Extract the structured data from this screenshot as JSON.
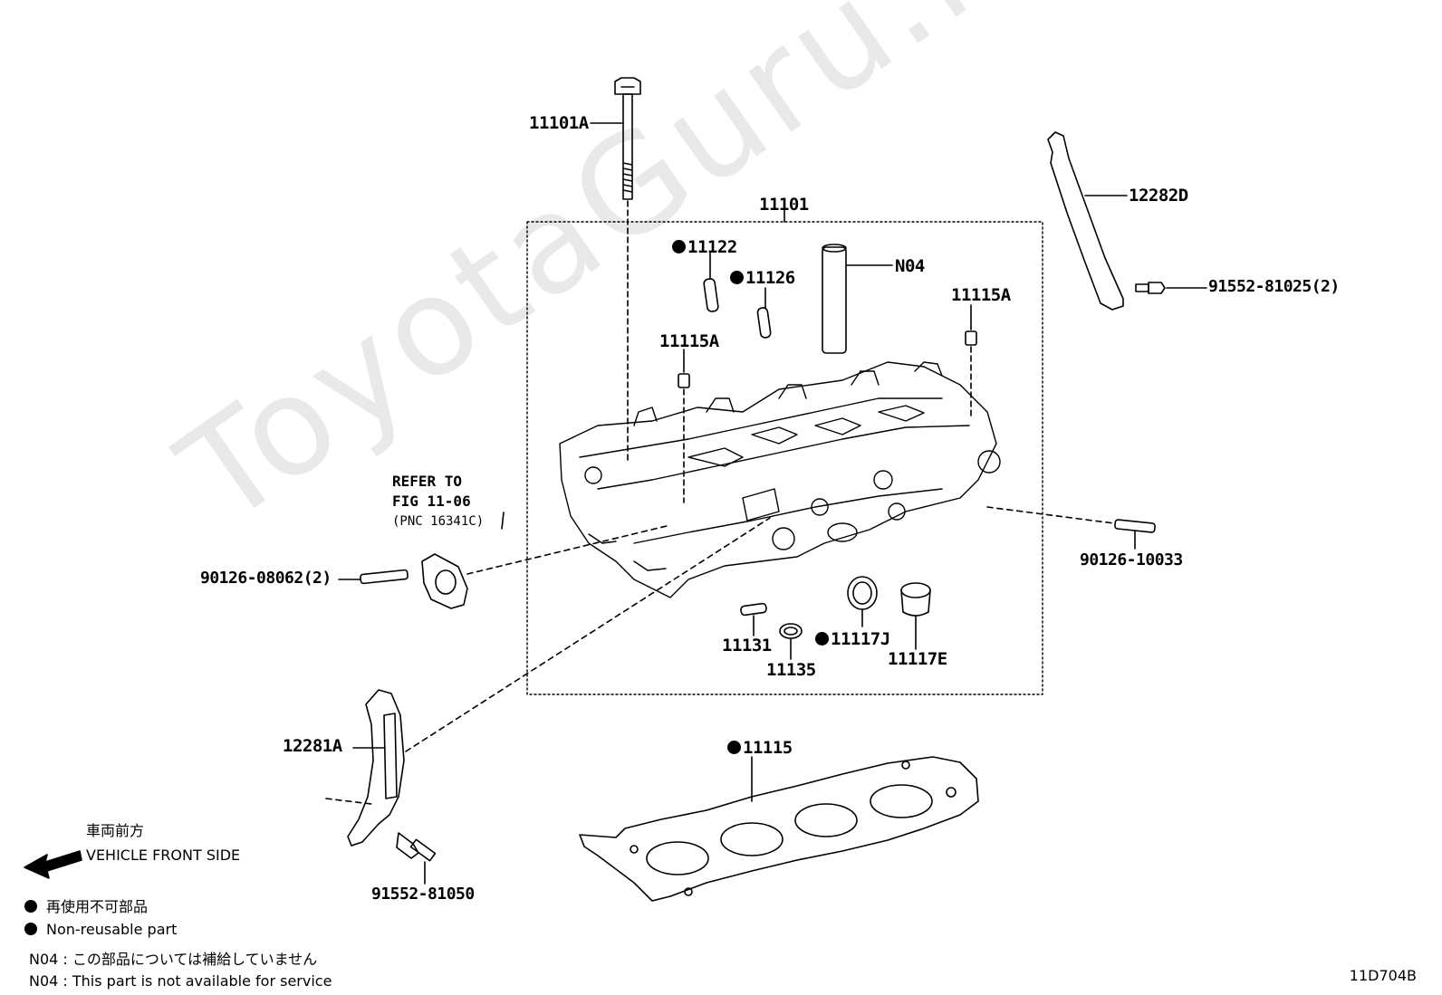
{
  "watermark": "ToyotaGuru.ru",
  "group_label": "11101",
  "parts": {
    "p11101A": "11101A",
    "p11122": "11122",
    "p11126": "11126",
    "pN04": "N04",
    "p11115A_right": "11115A",
    "p11115A_left": "11115A",
    "p12282D": "12282D",
    "p91552_81025": "91552-81025(2)",
    "p90126_08062": "90126-08062(2)",
    "p90126_10033": "90126-10033",
    "p11131": "11131",
    "p11135": "11135",
    "p11117J": "11117J",
    "p11117E": "11117E",
    "p12281A": "12281A",
    "p11115": "11115",
    "p91552_81050": "91552-81050"
  },
  "reference": {
    "line1": "REFER TO",
    "line2": "FIG 11-06",
    "line3": "(PNC 16341C)"
  },
  "legend": {
    "direction_jp": "車両前方",
    "direction_en": "VEHICLE FRONT SIDE",
    "nonreusable_jp": "再使用不可部品",
    "nonreusable_en": "Non-reusable part",
    "n04_jp": "N04 : この部品については補給していません",
    "n04_en": "N04 : This part is not available for service"
  },
  "figure_id": "11D704B"
}
